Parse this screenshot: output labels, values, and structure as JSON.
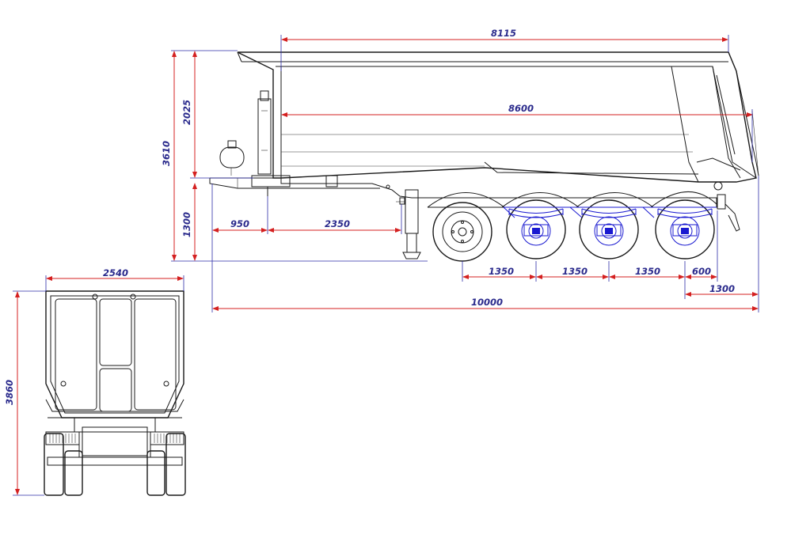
{
  "dimensions": {
    "overall_body_length": "8115",
    "inner_body_length": "8600",
    "total_height": "3610",
    "body_height": "2025",
    "coupling_height": "1300",
    "kingpin_offset": "950",
    "kingpin_to_landing_gear": "2350",
    "axle_spacing_1": "1350",
    "axle_spacing_2": "1350",
    "axle_spacing_3": "1350",
    "last_axle_to_rear": "600",
    "rear_overhang": "1300",
    "overall_length": "10000",
    "rear_width": "2540",
    "rear_height": "3860"
  }
}
